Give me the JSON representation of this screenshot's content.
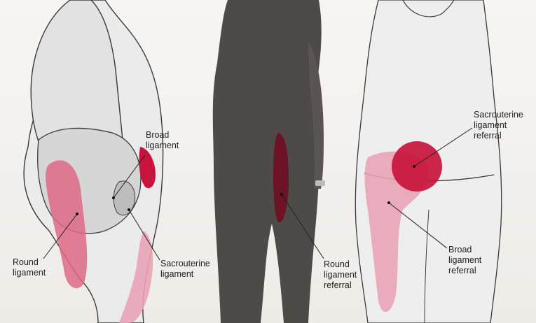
{
  "labels": {
    "broad_ligament": "Broad\nligament",
    "round_ligament": "Round\nligament",
    "sacrouterine_ligament": "Sacrouterine\nligament",
    "round_ligament_referral": "Round\nligament\nreferral",
    "sacrouterine_ligament_referral": "Sacrouterine\nligament\nreferral",
    "broad_ligament_referral": "Broad\nligament\nreferral"
  },
  "colors": {
    "pain_light": "#e9a3b6",
    "pain_medium": "#de6a86",
    "pain_dark": "#c8143c",
    "referral_deep": "#6e1026",
    "outline": "#3a3a3a",
    "skin_fill": "#eeeeee",
    "photo_figure": "#4e4a48",
    "background": "#f3f1ee"
  },
  "icons": [
    "pregnant-side-view-illustration",
    "pregnant-woman-photo",
    "body-front-outline-illustration"
  ]
}
